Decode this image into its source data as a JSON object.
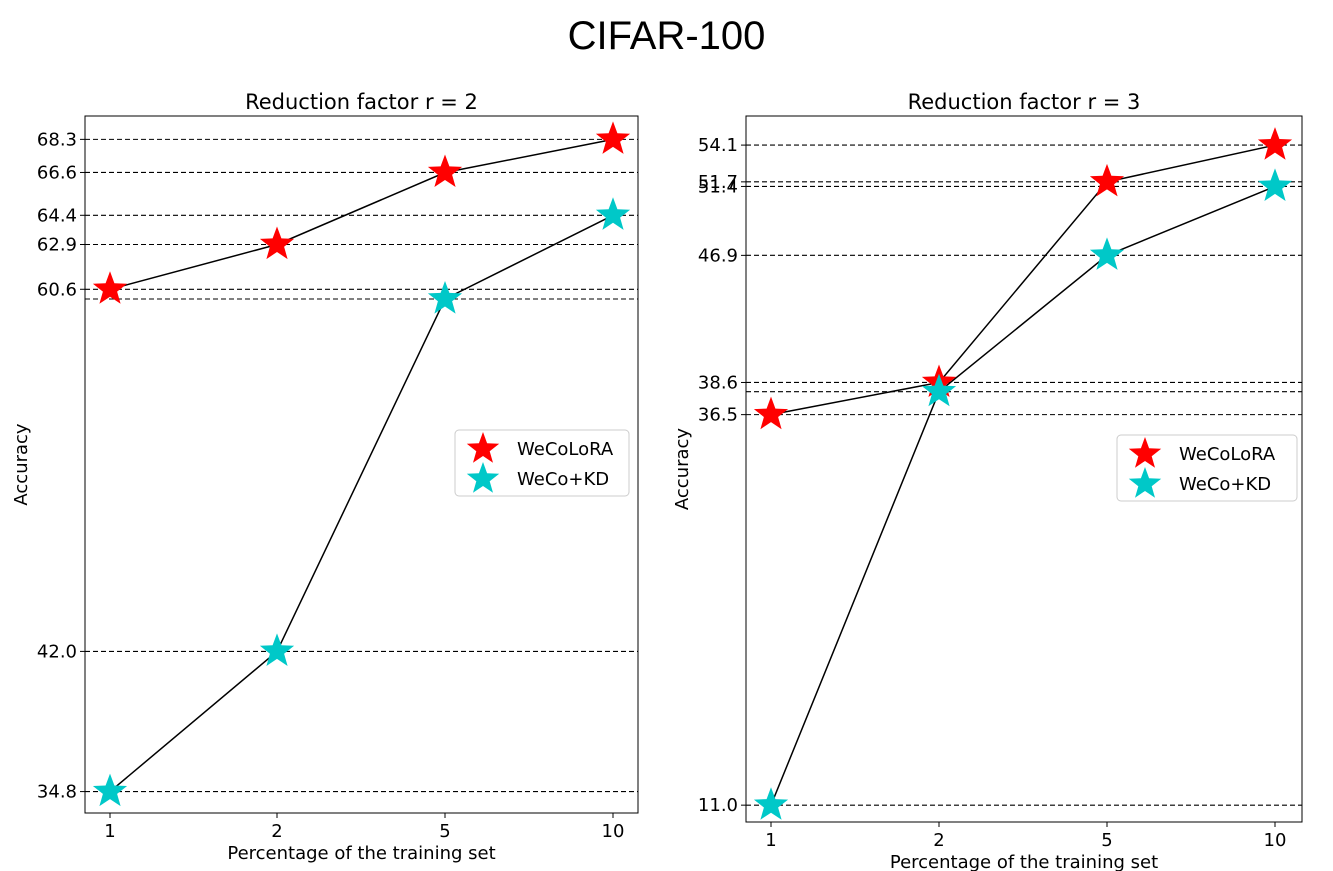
{
  "suptitle": "CIFAR-100",
  "chart_data": [
    {
      "type": "line",
      "title": "Reduction factor r = 2",
      "xlabel": "Percentage of the training set",
      "ylabel": "Accuracy",
      "categories": [
        "1",
        "2",
        "5",
        "10"
      ],
      "ylim": [
        33.7,
        69.5
      ],
      "yticks": [
        "68.3",
        "66.6",
        "64.4",
        "62.9",
        "60.6",
        "42.0",
        "34.8"
      ],
      "hlines": [
        68.3,
        66.6,
        64.4,
        62.9,
        60.6,
        60.1,
        42.0,
        34.8
      ],
      "legend_position": "center-right",
      "grid": false,
      "series": [
        {
          "name": "WeCoLoRA",
          "color": "#ff0000",
          "marker": "star",
          "values": [
            60.6,
            62.9,
            66.6,
            68.3
          ]
        },
        {
          "name": "WeCo+KD",
          "color": "#00c8c8",
          "marker": "star",
          "values": [
            34.8,
            42.0,
            60.1,
            64.4
          ]
        }
      ]
    },
    {
      "type": "line",
      "title": "Reduction factor r = 3",
      "xlabel": "Percentage of the training set",
      "ylabel": "Accuracy",
      "categories": [
        "1",
        "2",
        "5",
        "10"
      ],
      "ylim": [
        9.9,
        56.0
      ],
      "yticks": [
        "54.1",
        "51.7",
        "51.4",
        "46.9",
        "38.6",
        "36.5",
        "11.0"
      ],
      "hlines": [
        54.1,
        51.7,
        51.4,
        46.9,
        38.6,
        38.0,
        36.5,
        11.0
      ],
      "legend_position": "center-right",
      "grid": false,
      "series": [
        {
          "name": "WeCoLoRA",
          "color": "#ff0000",
          "marker": "star",
          "values": [
            36.5,
            38.6,
            51.7,
            54.1
          ]
        },
        {
          "name": "WeCo+KD",
          "color": "#00c8c8",
          "marker": "star",
          "values": [
            11.0,
            38.0,
            46.9,
            51.4
          ]
        }
      ]
    }
  ]
}
